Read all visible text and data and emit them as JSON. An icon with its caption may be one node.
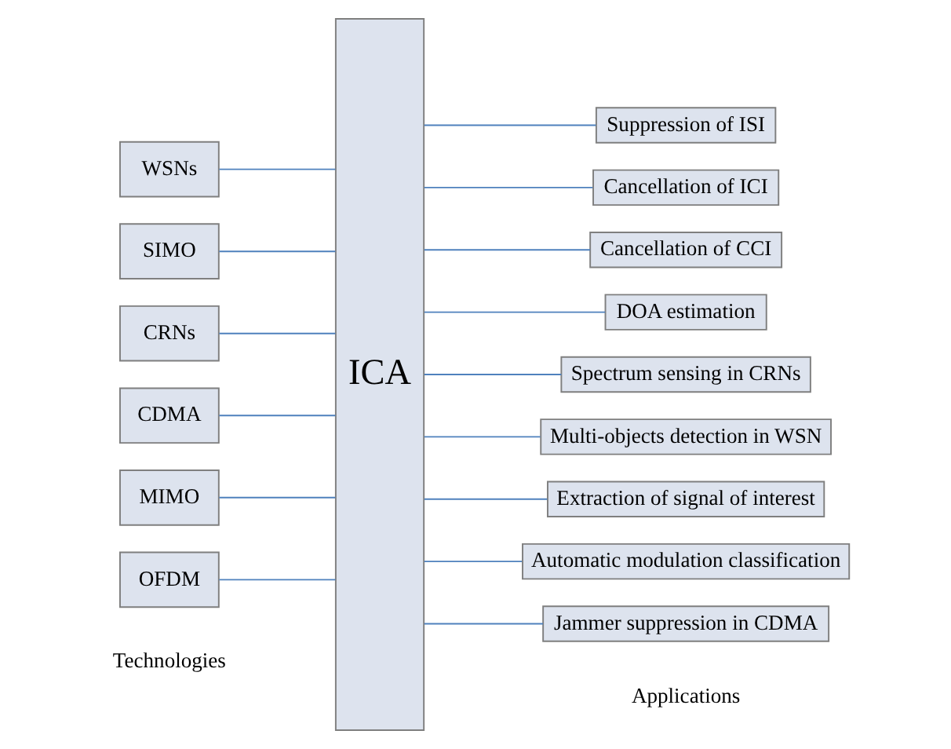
{
  "diagram": {
    "nodes": [
      {
        "text": [
          "WSNs"
        ]
      },
      {
        "text": [
          "SIMO"
        ]
      },
      {
        "text": [
          "CRNs"
        ]
      },
      {
        "text": [
          "CDMA"
        ]
      },
      {
        "text": [
          "MIMO"
        ]
      },
      {
        "text": [
          "OFDM"
        ]
      },
      {
        "text": [
          "ICA"
        ]
      },
      {
        "text": [
          "Suppression of ISI"
        ]
      },
      {
        "text": [
          "Cancellation of ICI"
        ]
      },
      {
        "text": [
          "Cancellation of CCI"
        ]
      },
      {
        "text": [
          "DOA estimation"
        ]
      },
      {
        "text": [
          "Spectrum sensing in CRNs"
        ]
      },
      {
        "text": [
          "Multi-objects detection in WSN"
        ]
      },
      {
        "text": [
          "Extraction of signal of interest"
        ]
      },
      {
        "text": [
          "Automatic modulation classification"
        ]
      },
      {
        "text": [
          "Jammer suppression in CDMA"
        ]
      }
    ],
    "edges": [
      {
        "from": 0,
        "to": 6,
        "arrow": "none"
      },
      {
        "from": 1,
        "to": 6,
        "arrow": "none"
      },
      {
        "from": 2,
        "to": 6,
        "arrow": "none"
      },
      {
        "from": 3,
        "to": 6,
        "arrow": "none"
      },
      {
        "from": 4,
        "to": 6,
        "arrow": "none"
      },
      {
        "from": 5,
        "to": 6,
        "arrow": "none"
      },
      {
        "from": 6,
        "to": 7,
        "arrow": "none"
      },
      {
        "from": 6,
        "to": 8,
        "arrow": "none"
      },
      {
        "from": 6,
        "to": 9,
        "arrow": "none"
      },
      {
        "from": 6,
        "to": 10,
        "arrow": "none"
      },
      {
        "from": 6,
        "to": 11,
        "arrow": "none"
      },
      {
        "from": 6,
        "to": 12,
        "arrow": "none"
      },
      {
        "from": 6,
        "to": 13,
        "arrow": "none"
      },
      {
        "from": 6,
        "to": 14,
        "arrow": "none"
      },
      {
        "from": 6,
        "to": 15,
        "arrow": "none"
      }
    ],
    "labels": [
      "Technologies",
      "Applications"
    ]
  }
}
